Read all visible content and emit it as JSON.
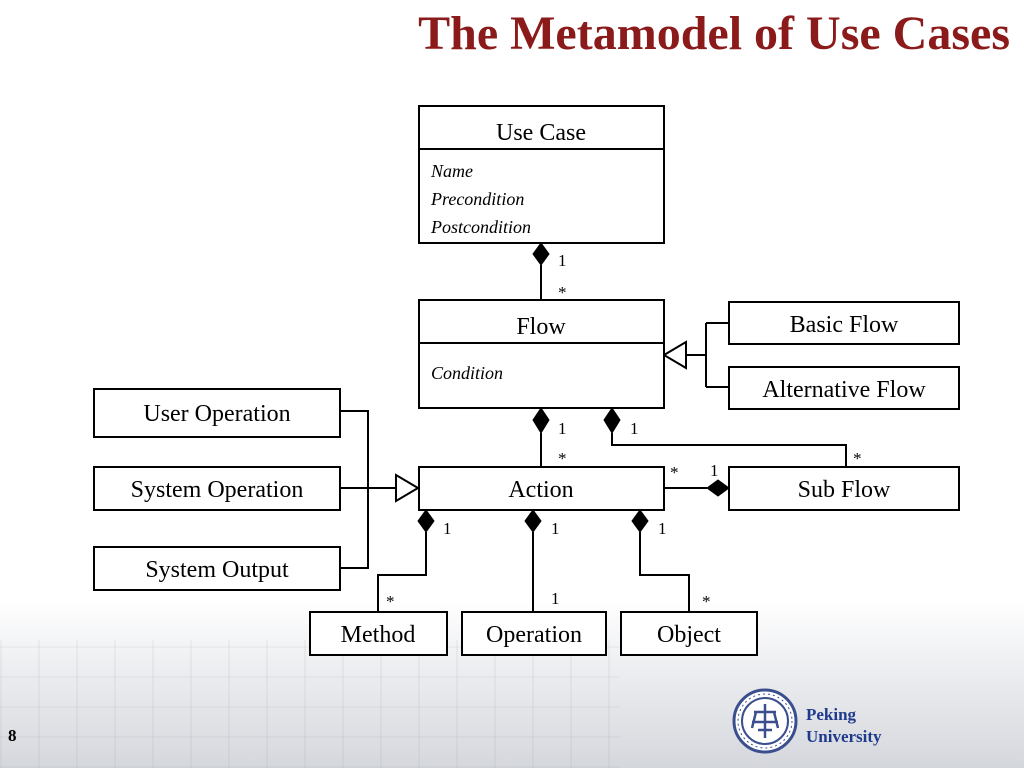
{
  "slide": {
    "title": "The Metamodel of Use Cases",
    "page_number": "8"
  },
  "university": {
    "line1": "Peking",
    "line2": "University"
  },
  "diagram": {
    "use_case": {
      "name": "Use Case",
      "attributes": [
        "Name",
        "Precondition",
        "Postcondition"
      ]
    },
    "flow": {
      "name": "Flow",
      "attributes": [
        "Condition"
      ]
    },
    "basic_flow": "Basic Flow",
    "alternative_flow": "Alternative Flow",
    "user_operation": "User Operation",
    "system_operation": "System Operation",
    "system_output": "System Output",
    "action": "Action",
    "sub_flow": "Sub Flow",
    "method": "Method",
    "operation": "Operation",
    "object": "Object",
    "multiplicities": {
      "usecase_flow_whole": "1",
      "usecase_flow_part": "*",
      "flow_action_whole": "1",
      "flow_action_part": "*",
      "flow_subflow_whole": "1",
      "flow_subflow_part": "*",
      "subflow_action_whole": "1",
      "subflow_action_part": "*",
      "action_method_whole": "1",
      "action_method_part": "*",
      "action_operation_whole": "1",
      "action_operation_part": "1",
      "action_object_whole": "1",
      "action_object_part": "*"
    }
  }
}
